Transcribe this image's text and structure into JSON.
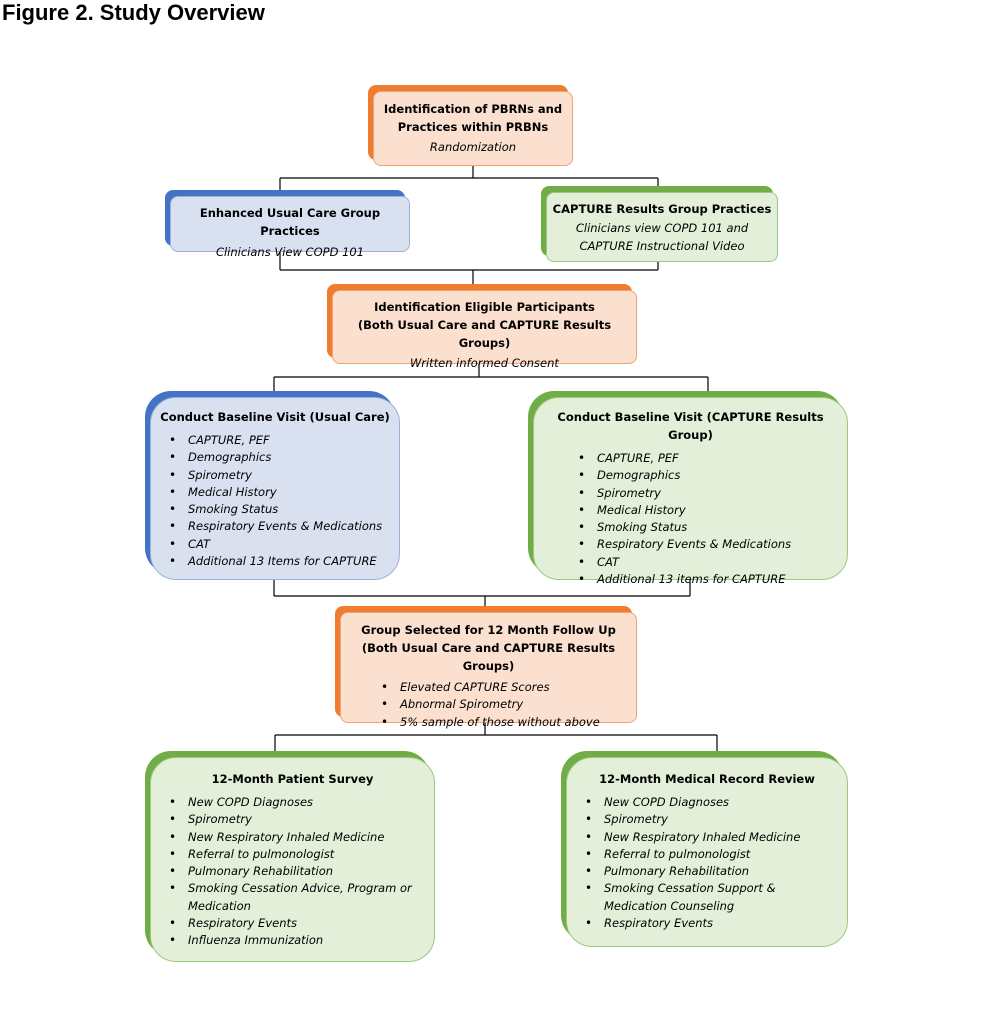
{
  "figure_title": "Figure 2. Study Overview",
  "box_identification": {
    "title_line1": "Identification of PBRNs and",
    "title_line2": "Practices within PRBNs",
    "subtitle": "Randomization"
  },
  "box_usual_care_practices": {
    "title": "Enhanced Usual Care Group Practices",
    "subtitle": "Clinicians View COPD 101"
  },
  "box_capture_practices": {
    "title": "CAPTURE Results Group Practices",
    "subtitle_line1": "Clinicians view COPD 101 and",
    "subtitle_line2": "CAPTURE Instructional Video"
  },
  "box_eligible": {
    "title_line1": "Identification Eligible Participants",
    "title_line2": "(Both Usual Care and CAPTURE Results Groups)",
    "subtitle": "Written informed Consent"
  },
  "box_baseline_usual": {
    "title": "Conduct Baseline Visit (Usual Care)",
    "items": [
      "CAPTURE, PEF",
      "Demographics",
      "Spirometry",
      "Medical History",
      "Smoking Status",
      "Respiratory Events & Medications",
      "CAT",
      "Additional 13 Items for CAPTURE"
    ]
  },
  "box_baseline_capture": {
    "title": "Conduct Baseline Visit (CAPTURE Results Group)",
    "items": [
      "CAPTURE, PEF",
      "Demographics",
      "Spirometry",
      "Medical History",
      "Smoking Status",
      "Respiratory Events & Medications",
      "CAT",
      "Additional 13 items for CAPTURE"
    ]
  },
  "box_followup": {
    "title_line1": "Group Selected for 12 Month Follow Up",
    "title_line2": "(Both Usual Care and CAPTURE Results Groups)",
    "items": [
      "Elevated CAPTURE Scores",
      "Abnormal Spirometry",
      "5% sample of those without above"
    ]
  },
  "box_patient_survey": {
    "title": "12-Month Patient Survey",
    "items": [
      "New COPD Diagnoses",
      "Spirometry",
      "New Respiratory Inhaled Medicine",
      "Referral to pulmonologist",
      "Pulmonary Rehabilitation",
      "Smoking Cessation Advice, Program or Medication",
      "Respiratory Events",
      "Influenza Immunization"
    ]
  },
  "box_record_review": {
    "title": "12-Month Medical Record Review",
    "items": [
      "New COPD Diagnoses",
      "Spirometry",
      "New Respiratory Inhaled Medicine",
      "Referral to pulmonologist",
      "Pulmonary Rehabilitation",
      "Smoking Cessation Support & Medication Counseling",
      "Respiratory Events"
    ]
  },
  "colors": {
    "orange_fill": "#fbe0cf",
    "orange_accent": "#ee7d31",
    "blue_fill": "#d9e0f0",
    "blue_accent": "#4472c4",
    "green_fill": "#e3efd8",
    "green_accent": "#70ad47",
    "connector": "#000000"
  }
}
